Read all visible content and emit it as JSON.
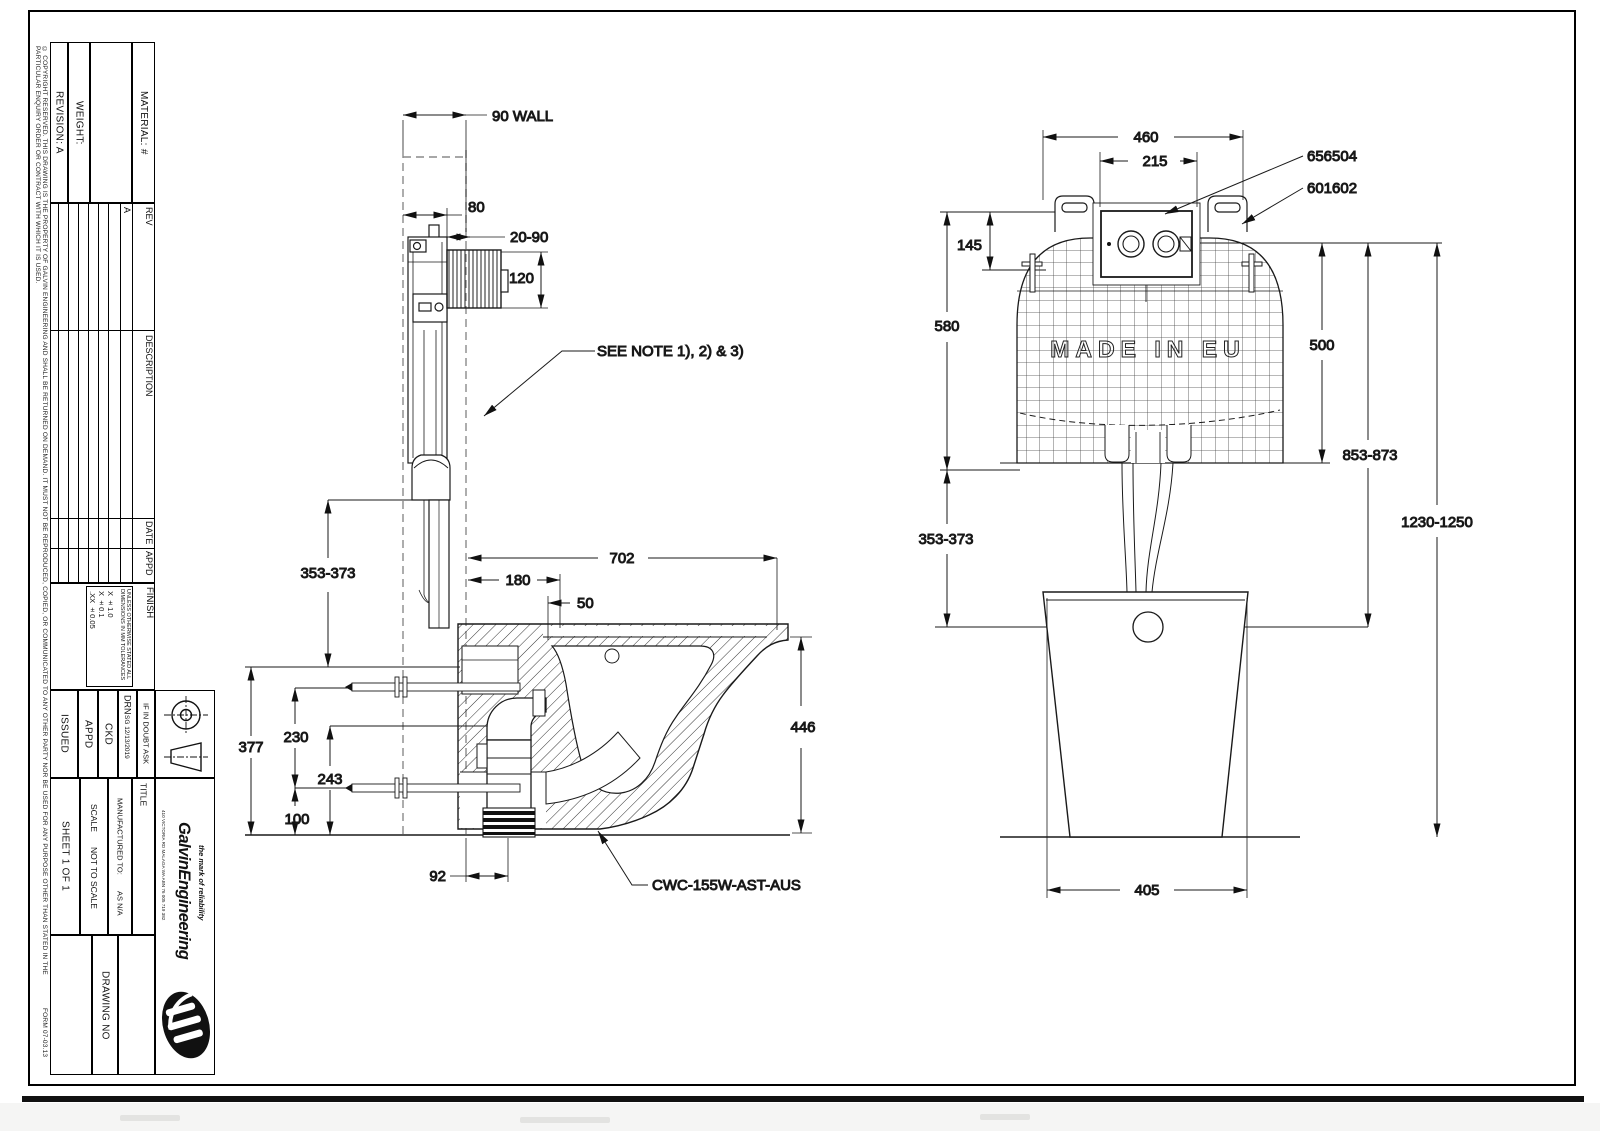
{
  "sheet": {
    "form_no": "FORM 07-03.13"
  },
  "title_block": {
    "copyright": "© COPYRIGHT RESERVED.  THIS DRAWING IS THE PROPERTY OF GALVIN ENGINEERING AND SHALL BE RETURNED ON DEMAND. IT MUST NOT BE REPRODUCED, COPIED, OR COMMUNICATED TO ANY OTHER PARTY NOR BE USED FOR ANY PURPOSE OTHER THAN STATED IN THE PARTICULAR ENQUIRY ORDER OR CONTRACT WITH WHICH IT IS USED.",
    "material": "MATERIAL: #",
    "weight": "WEIGHT:",
    "revision": "REVISION: A",
    "rev_header": "REV",
    "rev_value": "A",
    "description_header": "DESCRIPTION",
    "date_header": "DATE",
    "appd_header": "APPD",
    "finish": "FINISH",
    "tol_title": "UNLESS OTHERWISE STATED ALL DIMENSIONS IN MM TOLERANCES",
    "tol_1": "X  ±1.0",
    "tol_2": "X  ±0.1",
    "tol_3": ".XX  ±0.05",
    "drn": "DRN",
    "drn_value": "SG 12/13/2019",
    "ckd": "CKD",
    "appd": "APPD",
    "issued": "ISSUED",
    "doubt": "IF IN DOUBT ASK",
    "title": "TITLE",
    "manufactured": "MANUFACTURED TO:",
    "manufactured_value": "AS N/A",
    "scale": "SCALE",
    "scale_value": "NOT TO SCALE",
    "sheet_of": "SHEET 1 OF 1",
    "drawing_no": "DRAWING NO",
    "company": "GalvinEngineering",
    "tagline": "the mark of reliability",
    "address": "410 VICTORIA RD MALAGA WA  ABN 76 005 719 382"
  },
  "side_view": {
    "wall": "90 WALL",
    "d80": "80",
    "d20_90": "20-90",
    "d120": "120",
    "d353_373": "353-373",
    "d702": "702",
    "d180": "180",
    "d50": "50",
    "d446": "446",
    "d377": "377",
    "d230": "230",
    "d243": "243",
    "d100": "100",
    "d92": "92",
    "note": "SEE NOTE 1), 2) & 3)",
    "product_code": "CWC-155W-AST-AUS"
  },
  "front_view": {
    "d460": "460",
    "d215": "215",
    "d145": "145",
    "d580": "580",
    "d353_373": "353-373",
    "d500": "500",
    "d853_873": "853-873",
    "d1230_1250": "1230-1250",
    "d405": "405",
    "part_1": "656504",
    "part_2": "601602",
    "made_in": "MADE IN EU"
  }
}
